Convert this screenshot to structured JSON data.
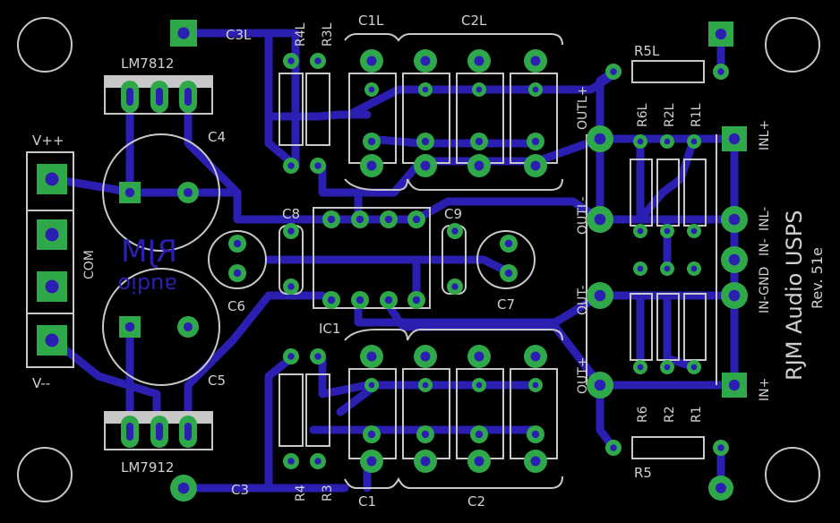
{
  "board": {
    "brand": {
      "top": "RJM",
      "bottom": "audio"
    },
    "product_title": "RJM Audio USPS",
    "revision": "Rev. 51e",
    "labels": {
      "lm7812": "LM7812",
      "lm7912": "LM7912",
      "vpp": "V++",
      "vmm": "V--",
      "com": "COM",
      "c3l": "C3L",
      "c3": "C3",
      "c1l": "C1L",
      "c2l": "C2L",
      "c1": "C1",
      "c2": "C2",
      "r4l": "R4L",
      "r3l": "R3L",
      "r4": "R4",
      "r3": "R3",
      "c4": "C4",
      "c5": "C5",
      "c6": "C6",
      "c7": "C7",
      "c8": "C8",
      "c9": "C9",
      "ic1": "IC1",
      "r5l": "R5L",
      "r5": "R5",
      "r6l": "R6L",
      "r2l": "R2L",
      "r1l": "R1L",
      "r6": "R6",
      "r2": "R2",
      "r1": "R1",
      "outl_plus": "OUTL+",
      "outl_minus": "OUTL-",
      "out_minus": "OUT-",
      "out_plus": "OUT+",
      "inl_plus": "INL+",
      "inl_minus": "INL-",
      "in_gnd": "IN-GND",
      "in_minus": "IN-",
      "in_plus": "IN+"
    }
  },
  "colors": {
    "background": "#000000",
    "trace": "#2a1fb0",
    "pad_ring": "#2fa84a",
    "silkscreen": "#c8c8c8"
  }
}
